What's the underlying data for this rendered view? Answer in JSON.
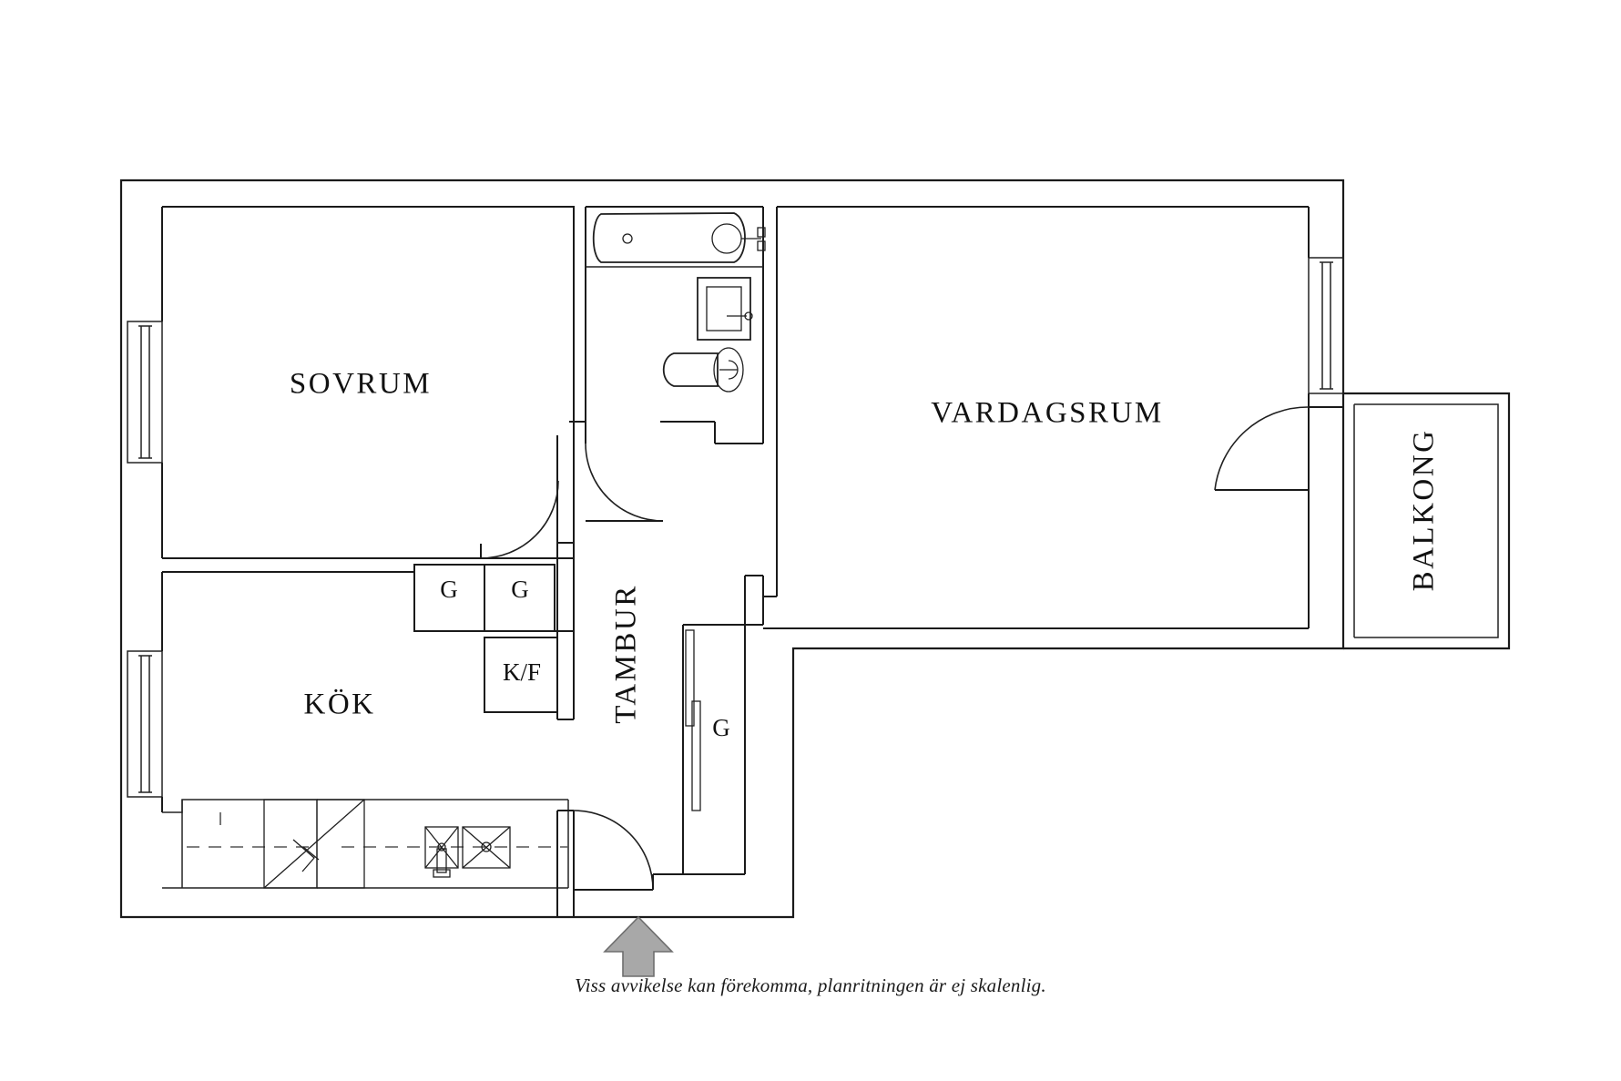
{
  "document": {
    "type": "floor-plan",
    "caption": "Viss avvikelse kan förekomma, planritningen är ej skalenlig.",
    "background_color": "#ffffff",
    "line_color": "#1a1a1a"
  },
  "rooms": [
    {
      "id": "sovrum",
      "label": "SOVRUM",
      "orientation": "horizontal"
    },
    {
      "id": "vardagsrum",
      "label": "VARDAGSRUM",
      "orientation": "horizontal"
    },
    {
      "id": "kok",
      "label": "KÖK",
      "orientation": "horizontal"
    },
    {
      "id": "tambur",
      "label": "TAMBUR",
      "orientation": "vertical"
    },
    {
      "id": "balkong",
      "label": "BALKONG",
      "orientation": "vertical"
    }
  ],
  "storage": [
    {
      "id": "garderob-1",
      "label": "G",
      "location": "between kitchen and hall, upper left"
    },
    {
      "id": "garderob-2",
      "label": "G",
      "location": "between kitchen and hall, upper right"
    },
    {
      "id": "kyl-frys",
      "label": "K/F",
      "location": "kitchen, fridge/freezer"
    },
    {
      "id": "garderob-3",
      "label": "G",
      "location": "hall, right side wardrobe"
    }
  ],
  "fixtures": [
    {
      "id": "bathtub",
      "name": "bathtub"
    },
    {
      "id": "washbasin",
      "name": "wash-basin"
    },
    {
      "id": "toilet",
      "name": "toilet"
    },
    {
      "id": "kitchen-sink",
      "name": "kitchen-sink"
    },
    {
      "id": "kitchen-stove",
      "name": "stove-hob"
    },
    {
      "id": "counter",
      "name": "kitchen-counter"
    }
  ],
  "markers": {
    "entrance_arrow": "entrance-direction-arrow"
  },
  "windows": [
    {
      "id": "window-sovrum",
      "wall": "left",
      "room": "sovrum"
    },
    {
      "id": "window-kok",
      "wall": "left",
      "room": "kok"
    },
    {
      "id": "window-vardagsrum",
      "wall": "right",
      "room": "vardagsrum"
    }
  ],
  "doors": [
    {
      "id": "door-sovrum",
      "swing": "into-hall"
    },
    {
      "id": "door-bathroom",
      "swing": "into-hall"
    },
    {
      "id": "door-balcony",
      "swing": "into-living-room"
    },
    {
      "id": "door-entrance",
      "swing": "into-hall"
    }
  ]
}
